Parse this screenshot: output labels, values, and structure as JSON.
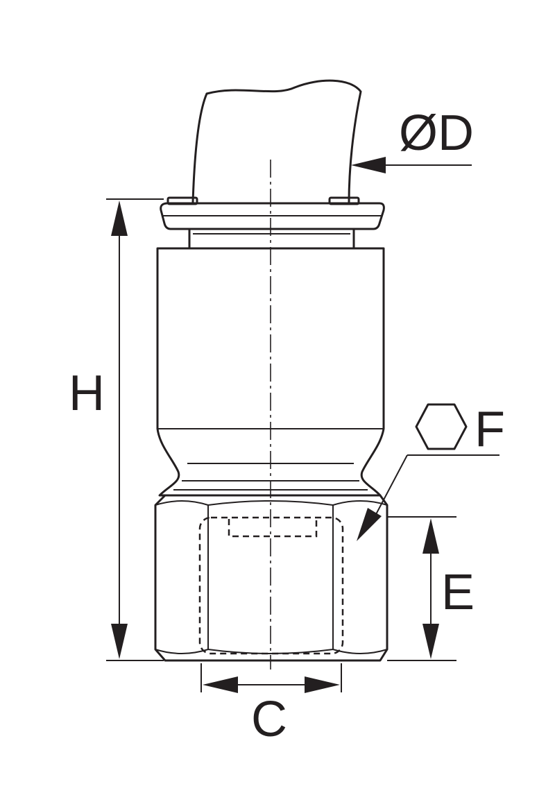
{
  "labels": {
    "diameter": "ØD",
    "height": "H",
    "hex": "F",
    "thread_depth": "E",
    "thread": "C"
  },
  "colors": {
    "ink": "#231f20",
    "background": "#ffffff"
  },
  "icons": {
    "hex_symbol": "hexagon-icon"
  }
}
